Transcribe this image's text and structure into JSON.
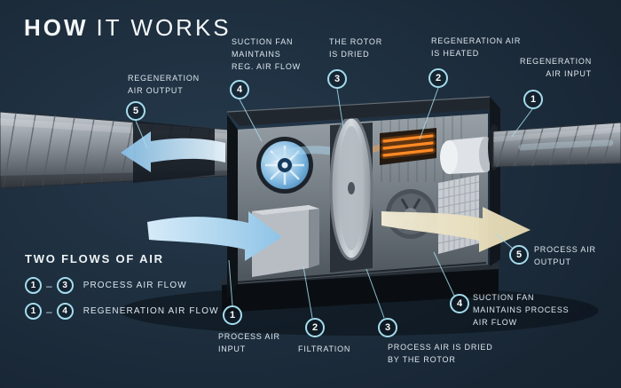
{
  "title": {
    "strong": "HOW",
    "rest": "IT WORKS"
  },
  "legend": {
    "heading": "TWO FLOWS OF AIR",
    "rows": [
      {
        "from": "1",
        "dash": "–",
        "to": "3",
        "label": "PROCESS AIR FLOW"
      },
      {
        "from": "1",
        "dash": "–",
        "to": "4",
        "label": "REGENERATION AIR FLOW"
      }
    ]
  },
  "callouts": {
    "regeneration_air_output": {
      "num": "5",
      "label": "REGENERATION\nAIR OUTPUT"
    },
    "suction_fan_reg": {
      "num": "4",
      "label": "SUCTION FAN\nMAINTAINS\nREG. AIR FLOW"
    },
    "rotor_is_dried": {
      "num": "3",
      "label": "THE ROTOR\nIS DRIED"
    },
    "regeneration_air_heated": {
      "num": "2",
      "label": "REGENERATION AIR\nIS HEATED"
    },
    "regeneration_air_input": {
      "num": "1",
      "label": "REGENERATION\nAIR INPUT"
    },
    "process_air_output": {
      "num": "5",
      "label": "PROCESS AIR\nOUTPUT"
    },
    "suction_fan_process": {
      "num": "4",
      "label": "SUCTION FAN\nMAINTAINS PROCESS\nAIR FLOW"
    },
    "process_air_dried": {
      "num": "3",
      "label": "PROCESS AIR IS DRIED\nBY THE ROTOR"
    },
    "filtration": {
      "num": "2",
      "label": "FILTRATION"
    },
    "process_air_input": {
      "num": "1",
      "label": "PROCESS AIR\nINPUT"
    }
  },
  "colors": {
    "background": "#182634",
    "badge_ring": "#a5dced",
    "flow_blue": "#8fc4e7",
    "flow_cream": "#e9e0bd",
    "heater_orange": "#ff8a24",
    "text": "#dde7ee"
  }
}
